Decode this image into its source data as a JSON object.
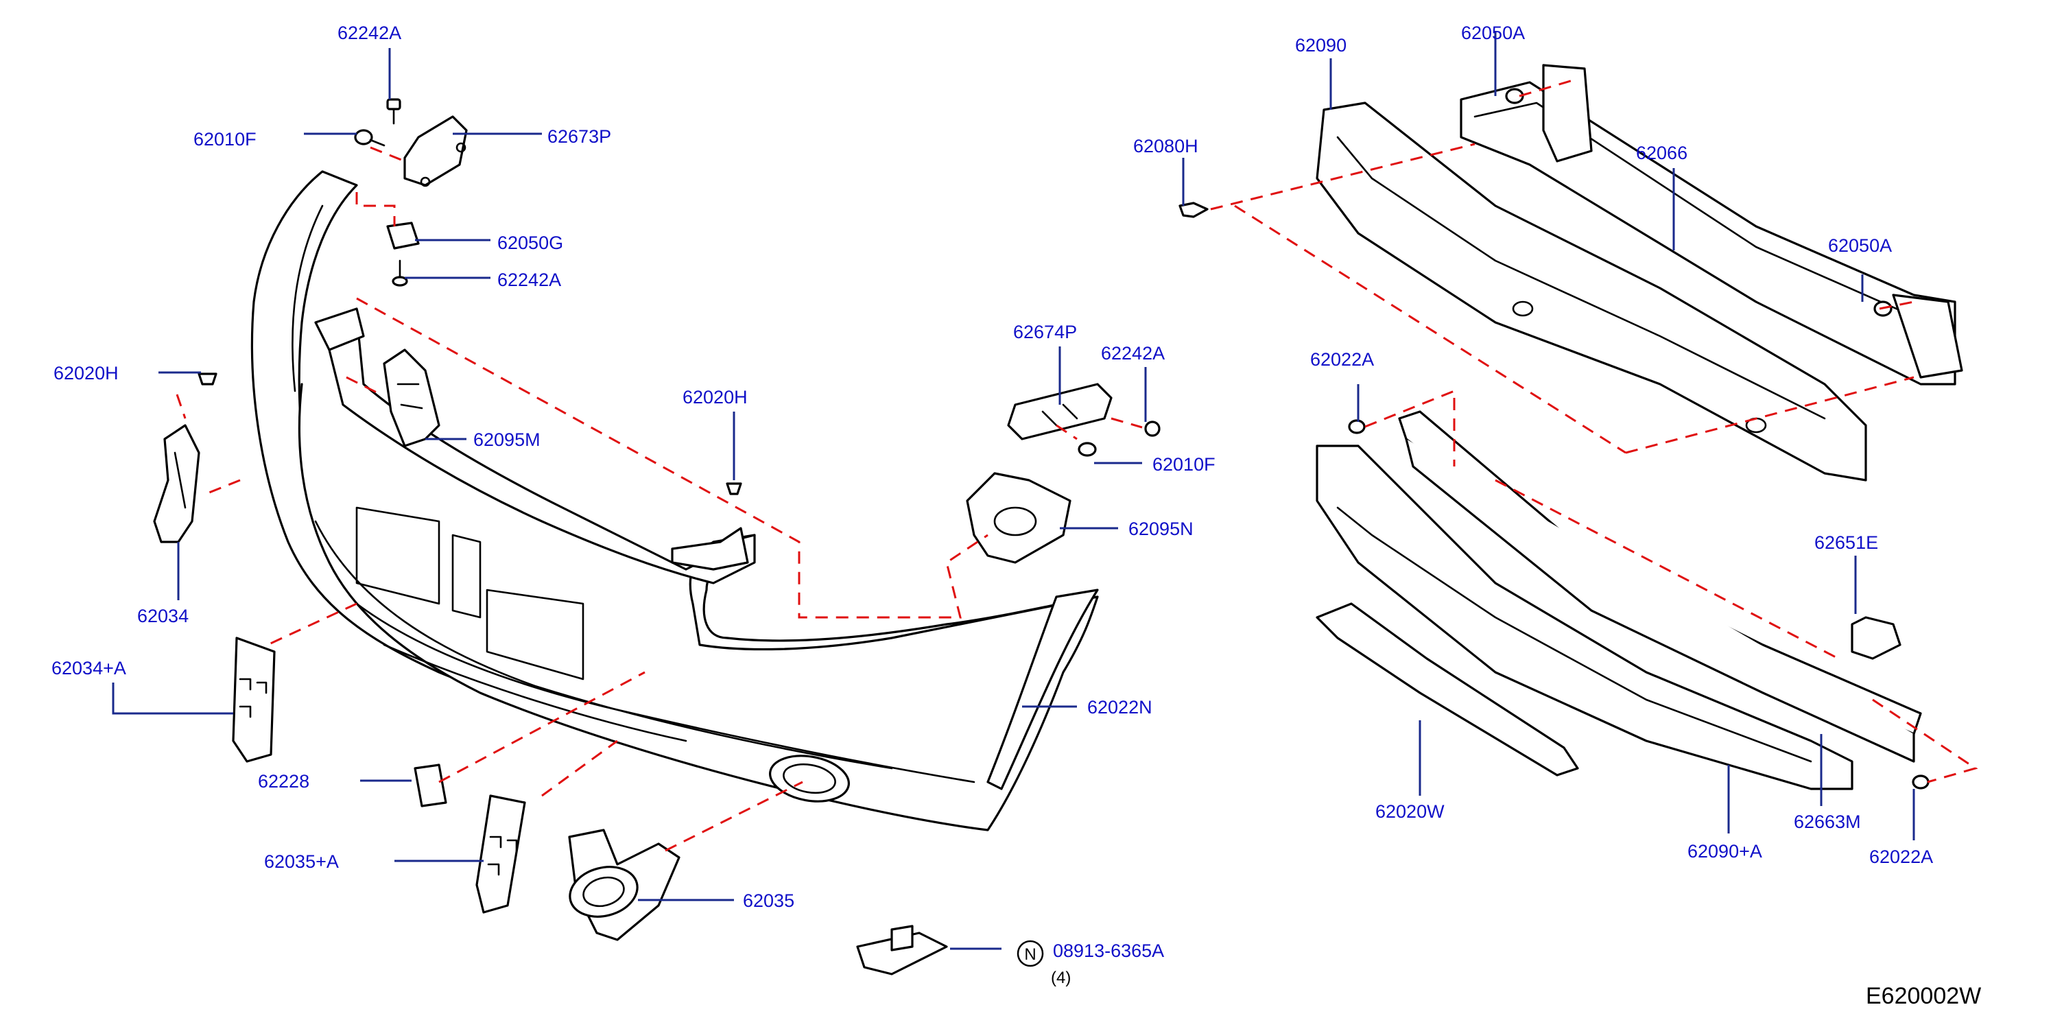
{
  "diagram_id": "E620002W",
  "note_symbol": "N",
  "callouts": [
    {
      "id": "c1",
      "text": "62242A"
    },
    {
      "id": "c2",
      "text": "62010F"
    },
    {
      "id": "c3",
      "text": "62673P"
    },
    {
      "id": "c4",
      "text": "62050G"
    },
    {
      "id": "c5",
      "text": "62242A"
    },
    {
      "id": "c6",
      "text": "62020H"
    },
    {
      "id": "c7",
      "text": "62095M"
    },
    {
      "id": "c8",
      "text": "62034"
    },
    {
      "id": "c9",
      "text": "62034+A"
    },
    {
      "id": "c10",
      "text": "62228"
    },
    {
      "id": "c11",
      "text": "62035+A"
    },
    {
      "id": "c12",
      "text": "62035"
    },
    {
      "id": "c13",
      "text": "62020H"
    },
    {
      "id": "c14",
      "text": "62674P"
    },
    {
      "id": "c15",
      "text": "62242A"
    },
    {
      "id": "c16",
      "text": "62010F"
    },
    {
      "id": "c17",
      "text": "62095N"
    },
    {
      "id": "c18",
      "text": "62022N"
    },
    {
      "id": "c19",
      "text": "08913-6365A"
    },
    {
      "id": "c20",
      "text": "62090"
    },
    {
      "id": "c21",
      "text": "62050A"
    },
    {
      "id": "c22",
      "text": "62080H"
    },
    {
      "id": "c23",
      "text": "62066"
    },
    {
      "id": "c24",
      "text": "62050A"
    },
    {
      "id": "c25",
      "text": "62022A"
    },
    {
      "id": "c26",
      "text": "62651E"
    },
    {
      "id": "c27",
      "text": "62020W"
    },
    {
      "id": "c28",
      "text": "62090+A"
    },
    {
      "id": "c29",
      "text": "62663M"
    },
    {
      "id": "c30",
      "text": "62022A"
    }
  ],
  "quantity_note": "(4)"
}
